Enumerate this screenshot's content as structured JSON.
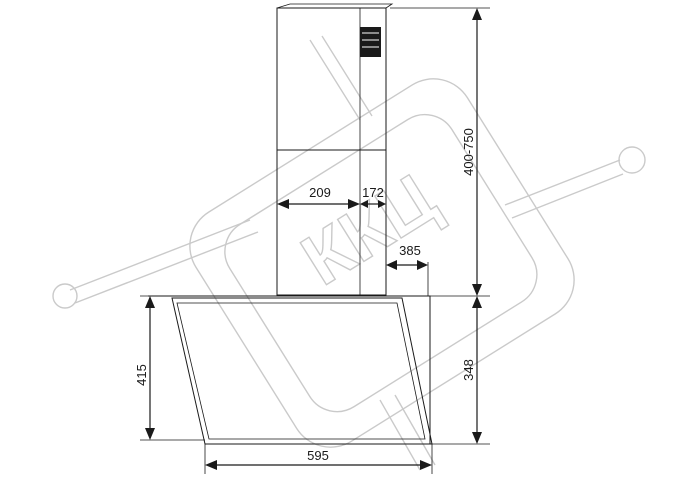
{
  "drawing": {
    "dimensions": {
      "chimney_height": "400-750",
      "chimney_width": "209",
      "chimney_depth": "172",
      "wall_offset": "385",
      "hood_height_front": "415",
      "hood_height_back": "348",
      "hood_width": "595"
    },
    "watermark": {
      "text": "ККЦ"
    }
  }
}
